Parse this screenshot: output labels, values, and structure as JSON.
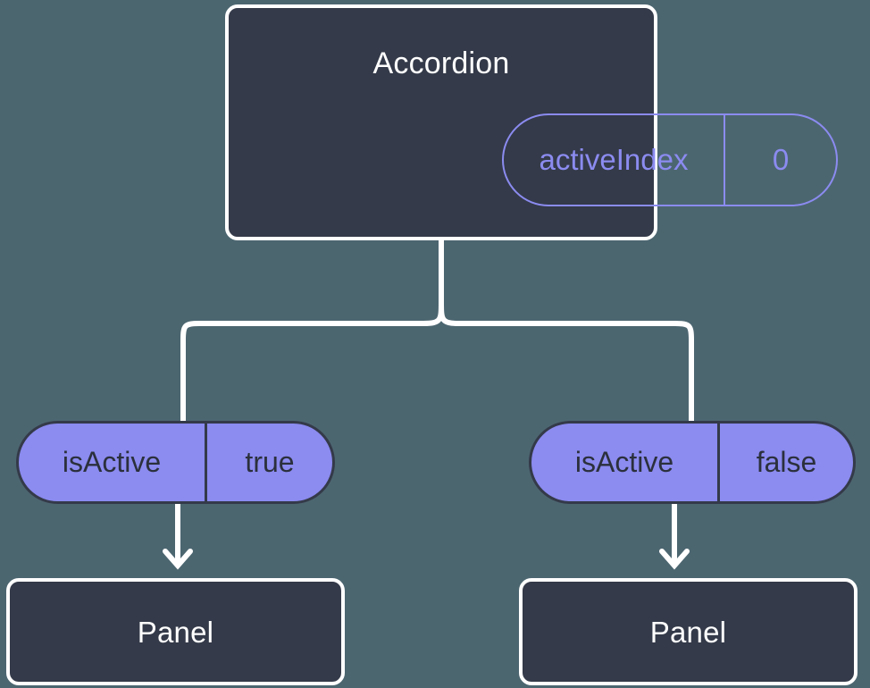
{
  "diagram": {
    "type": "component-tree",
    "background_color": "#4c6670",
    "node_fill": "#343a49",
    "node_border": "#ffffff",
    "accent_color": "#8b8bf0",
    "connector_color": "#ffffff"
  },
  "root": {
    "title": "Accordion",
    "state_pill": {
      "key": "activeIndex",
      "value": "0",
      "style": "outlined"
    }
  },
  "branches": [
    {
      "prop_pill": {
        "key": "isActive",
        "value": "true",
        "style": "filled"
      },
      "child": {
        "title": "Panel"
      }
    },
    {
      "prop_pill": {
        "key": "isActive",
        "value": "false",
        "style": "filled"
      },
      "child": {
        "title": "Panel"
      }
    }
  ]
}
